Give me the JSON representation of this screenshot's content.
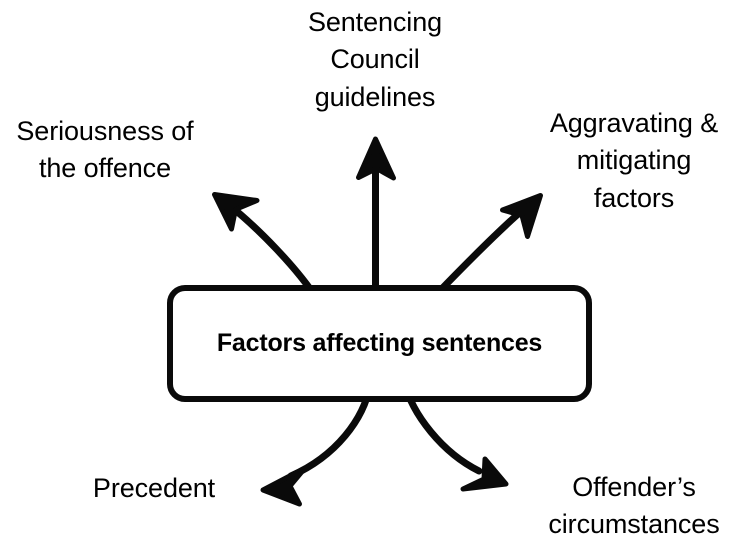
{
  "diagram": {
    "title": "Factors affecting sentences",
    "type": "spider-diagram",
    "background_color": "#ffffff",
    "stroke_color": "#0a0a0a",
    "center": {
      "label": "Factors affecting sentences",
      "shape": "rounded-rectangle",
      "fill": "#ffffff",
      "border_color": "#0a0a0a"
    },
    "branches": [
      {
        "id": "sentencing-council-guidelines",
        "label": "Sentencing\nCouncil\nguidelines",
        "direction": "up",
        "arrow_style": "straight"
      },
      {
        "id": "seriousness-of-the-offence",
        "label": "Seriousness of\nthe offence",
        "direction": "upper-left",
        "arrow_style": "curved"
      },
      {
        "id": "aggravating-mitigating-factors",
        "label": "Aggravating &\nmitigating\nfactors",
        "direction": "upper-right",
        "arrow_style": "curved"
      },
      {
        "id": "precedent",
        "label": "Precedent",
        "direction": "lower-left",
        "arrow_style": "curved"
      },
      {
        "id": "offenders-circumstances",
        "label": "Offender’s\ncircumstances",
        "direction": "lower-right",
        "arrow_style": "curved"
      }
    ]
  }
}
